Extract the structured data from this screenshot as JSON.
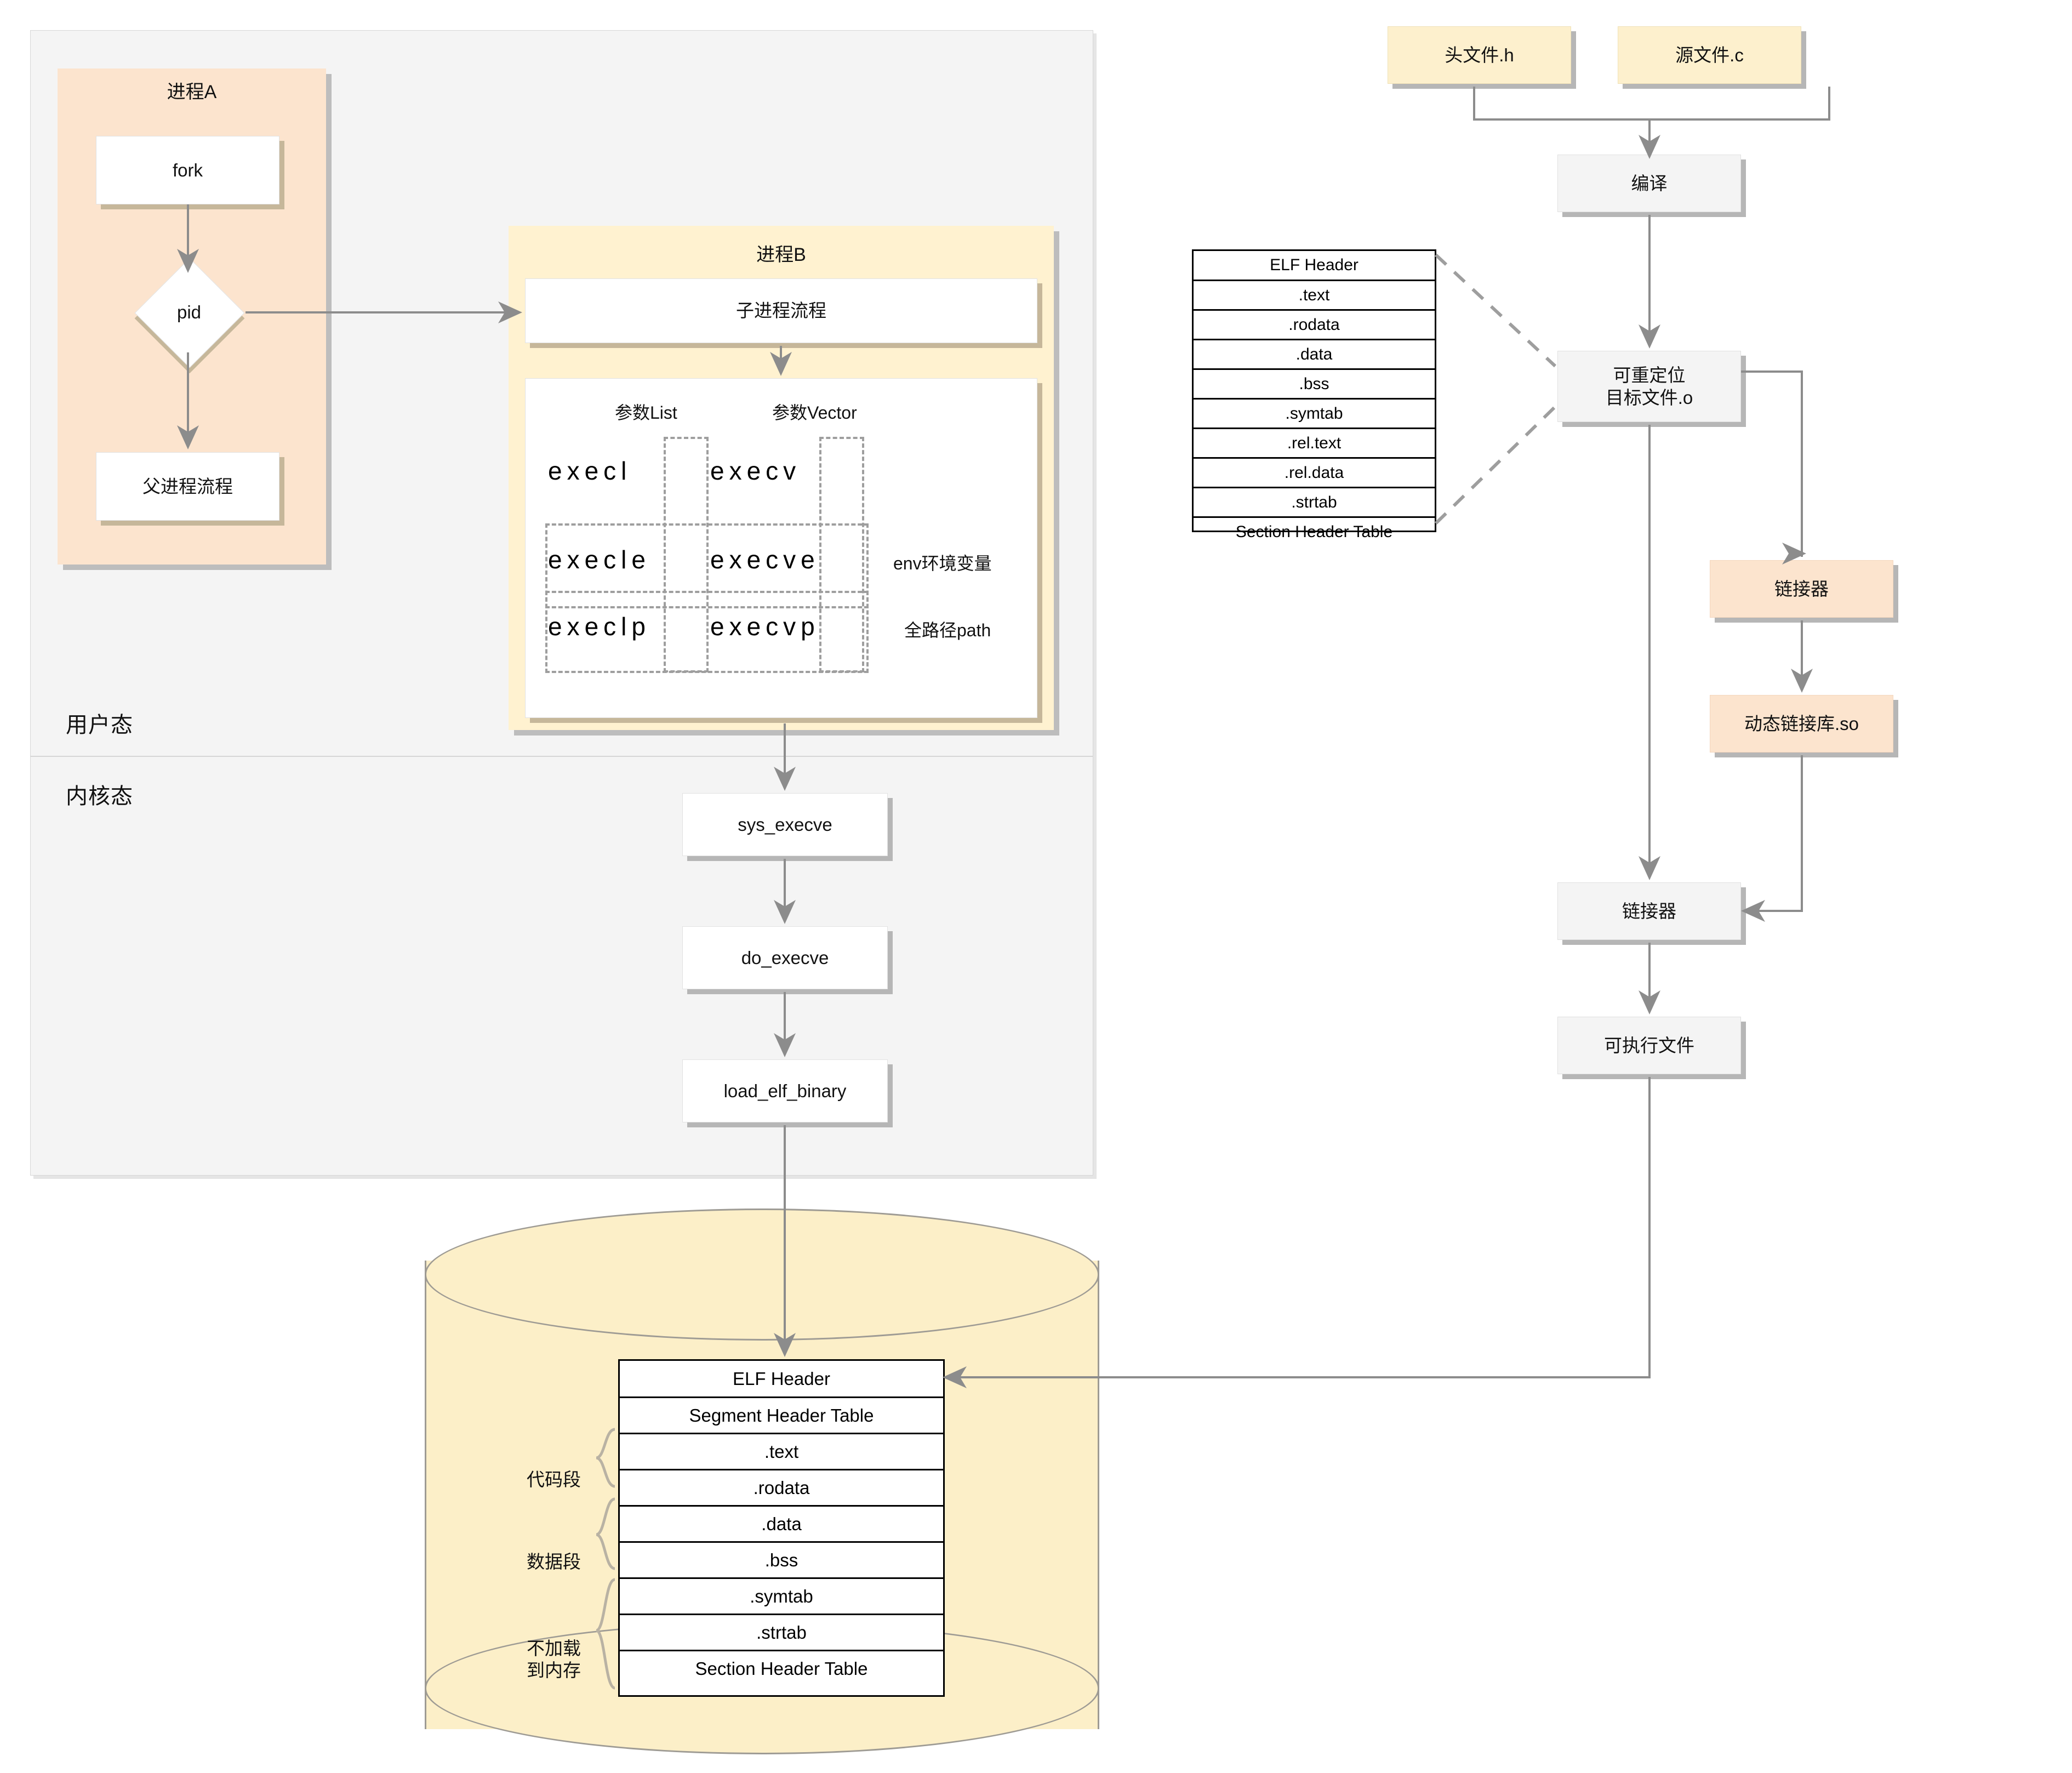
{
  "lanes": {
    "user_mode": "用户态",
    "kernel_mode": "内核态"
  },
  "process_a": {
    "title": "进程A",
    "fork": "fork",
    "pid": "pid",
    "parent_flow": "父进程流程"
  },
  "process_b": {
    "title": "进程B",
    "child_flow": "子进程流程",
    "col_list": "参数List",
    "col_vector": "参数Vector",
    "rows": [
      {
        "l": "execl",
        "v": "execv",
        "note": ""
      },
      {
        "l": "execle",
        "v": "execve",
        "note": "env环境变量"
      },
      {
        "l": "execlp",
        "v": "execvp",
        "note": "全路径path"
      }
    ]
  },
  "kernel_calls": [
    "sys_execve",
    "do_execve",
    "load_elf_binary"
  ],
  "compile_flow": {
    "header_file": "头文件.h",
    "source_file": "源文件.c",
    "compile": "编译",
    "relocatable": "可重定位\n目标文件.o",
    "relocatable_line1": "可重定位",
    "relocatable_line2": "目标文件.o",
    "linker_dynamic": "链接器",
    "shared_object": "动态链接库.so",
    "linker_final": "链接器",
    "executable": "可执行文件"
  },
  "object_file_table": {
    "rows": [
      "ELF Header",
      ".text",
      ".rodata",
      ".data",
      ".bss",
      ".symtab",
      ".rel.text",
      ".rel.data",
      ".strtab",
      "Section Header Table"
    ]
  },
  "memory_image": {
    "rows": [
      "ELF Header",
      "Segment Header Table",
      ".text",
      ".rodata",
      ".data",
      ".bss",
      ".symtab",
      ".strtab",
      "Section Header Table"
    ],
    "braces": [
      {
        "label": "代码段",
        "label_line2": ""
      },
      {
        "label": "数据段",
        "label_line2": ""
      },
      {
        "label": "不加载",
        "label_line2": "到内存"
      }
    ]
  },
  "colors": {
    "peach": "#FCE4CE",
    "light_yellow": "#FFF2D0",
    "cylinder_yellow": "#FCEFC8",
    "lane_grey": "#F4F4F4",
    "arrow_grey": "#8C8C8C",
    "dash_grey": "#9E9E9E"
  }
}
